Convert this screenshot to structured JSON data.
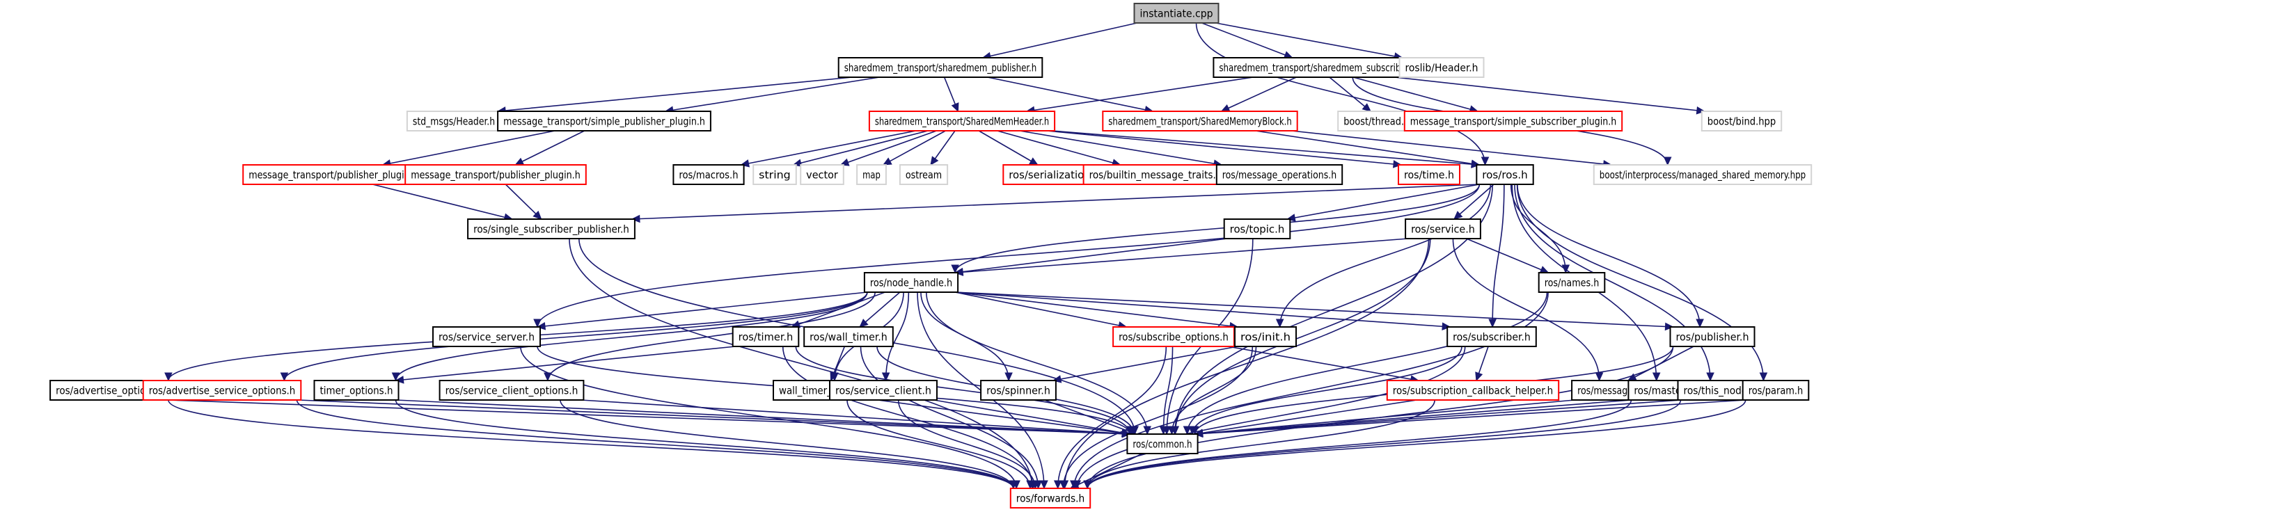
{
  "title": "Include dependency graph for instantiate.cpp",
  "colors": {
    "edge": "#191970",
    "root_fill": "#bfbfbf",
    "documented_border": "#000000",
    "undocumented_border": "#ff0000",
    "external_border": "#d3d3d3"
  },
  "nodes": [
    {
      "id": "instantiate",
      "label": "instantiate.cpp",
      "kind": "root"
    },
    {
      "id": "sm_pub",
      "label": "sharedmem_transport/sharedmem_publisher.h",
      "kind": "documented"
    },
    {
      "id": "sm_sub",
      "label": "sharedmem_transport/sharedmem_subscriber.h",
      "kind": "documented"
    },
    {
      "id": "roslib_header",
      "label": "roslib/Header.h",
      "kind": "external"
    },
    {
      "id": "std_msgs_header",
      "label": "std_msgs/Header.h",
      "kind": "external"
    },
    {
      "id": "simple_pub_plugin",
      "label": "message_transport/simple_publisher_plugin.h",
      "kind": "documented"
    },
    {
      "id": "shm_header",
      "label": "sharedmem_transport/SharedMemHeader.h",
      "kind": "undocumented"
    },
    {
      "id": "shm_block",
      "label": "sharedmem_transport/SharedMemoryBlock.h",
      "kind": "undocumented"
    },
    {
      "id": "boost_thread",
      "label": "boost/thread.hpp",
      "kind": "external"
    },
    {
      "id": "simple_sub_plugin",
      "label": "message_transport/simple_subscriber_plugin.h",
      "kind": "undocumented"
    },
    {
      "id": "boost_bind",
      "label": "boost/bind.hpp",
      "kind": "external"
    },
    {
      "id": "pub_plugin_1",
      "label": "message_transport/publisher_plugin.h",
      "kind": "undocumented"
    },
    {
      "id": "pub_plugin_2",
      "label": "message_transport/publisher_plugin.h",
      "kind": "undocumented"
    },
    {
      "id": "macros",
      "label": "ros/macros.h",
      "kind": "documented"
    },
    {
      "id": "string",
      "label": "string",
      "kind": "external"
    },
    {
      "id": "vector",
      "label": "vector",
      "kind": "external"
    },
    {
      "id": "map",
      "label": "map",
      "kind": "external"
    },
    {
      "id": "ostream",
      "label": "ostream",
      "kind": "external"
    },
    {
      "id": "serialization",
      "label": "ros/serialization.h",
      "kind": "undocumented"
    },
    {
      "id": "builtin_traits",
      "label": "ros/builtin_message_traits.h",
      "kind": "undocumented"
    },
    {
      "id": "msg_ops",
      "label": "ros/message_operations.h",
      "kind": "documented"
    },
    {
      "id": "time",
      "label": "ros/time.h",
      "kind": "undocumented"
    },
    {
      "id": "ros",
      "label": "ros/ros.h",
      "kind": "documented"
    },
    {
      "id": "managed_shm",
      "label": "boost/interprocess/managed_shared_memory.hpp",
      "kind": "external"
    },
    {
      "id": "single_sub_pub",
      "label": "ros/single_subscriber_publisher.h",
      "kind": "documented"
    },
    {
      "id": "topic",
      "label": "ros/topic.h",
      "kind": "documented"
    },
    {
      "id": "service",
      "label": "ros/service.h",
      "kind": "documented"
    },
    {
      "id": "names",
      "label": "ros/names.h",
      "kind": "documented"
    },
    {
      "id": "node_handle",
      "label": "ros/node_handle.h",
      "kind": "documented"
    },
    {
      "id": "service_server",
      "label": "ros/service_server.h",
      "kind": "documented"
    },
    {
      "id": "timer",
      "label": "ros/timer.h",
      "kind": "documented"
    },
    {
      "id": "wall_timer",
      "label": "ros/wall_timer.h",
      "kind": "documented"
    },
    {
      "id": "subscribe_options",
      "label": "ros/subscribe_options.h",
      "kind": "undocumented"
    },
    {
      "id": "init",
      "label": "ros/init.h",
      "kind": "documented"
    },
    {
      "id": "subscriber",
      "label": "ros/subscriber.h",
      "kind": "documented"
    },
    {
      "id": "publisher",
      "label": "ros/publisher.h",
      "kind": "documented"
    },
    {
      "id": "advertise_options",
      "label": "ros/advertise_options.h",
      "kind": "documented"
    },
    {
      "id": "advertise_service_options",
      "label": "ros/advertise_service_options.h",
      "kind": "undocumented"
    },
    {
      "id": "service_client_options",
      "label": "ros/service_client_options.h",
      "kind": "documented"
    },
    {
      "id": "timer_options",
      "label": "timer_options.h",
      "kind": "documented"
    },
    {
      "id": "wall_timer_options",
      "label": "wall_timer_options.h",
      "kind": "documented"
    },
    {
      "id": "service_client",
      "label": "ros/service_client.h",
      "kind": "documented"
    },
    {
      "id": "spinner",
      "label": "ros/spinner.h",
      "kind": "documented"
    },
    {
      "id": "sub_cb_helper",
      "label": "ros/subscription_callback_helper.h",
      "kind": "undocumented"
    },
    {
      "id": "message",
      "label": "ros/message.h",
      "kind": "documented"
    },
    {
      "id": "master",
      "label": "ros/master.h",
      "kind": "documented"
    },
    {
      "id": "this_node",
      "label": "ros/this_node.h",
      "kind": "documented"
    },
    {
      "id": "param",
      "label": "ros/param.h",
      "kind": "documented"
    },
    {
      "id": "common",
      "label": "ros/common.h",
      "kind": "documented"
    },
    {
      "id": "forwards",
      "label": "ros/forwards.h",
      "kind": "undocumented"
    }
  ],
  "edges": [
    [
      "instantiate",
      "sm_pub"
    ],
    [
      "instantiate",
      "sm_sub"
    ],
    [
      "instantiate",
      "roslib_header"
    ],
    [
      "instantiate",
      "ros"
    ],
    [
      "sm_pub",
      "std_msgs_header"
    ],
    [
      "sm_pub",
      "simple_pub_plugin"
    ],
    [
      "sm_pub",
      "shm_header"
    ],
    [
      "sm_pub",
      "shm_block"
    ],
    [
      "sm_sub",
      "shm_header"
    ],
    [
      "sm_sub",
      "shm_block"
    ],
    [
      "sm_sub",
      "boost_thread"
    ],
    [
      "sm_sub",
      "simple_sub_plugin"
    ],
    [
      "sm_sub",
      "boost_bind"
    ],
    [
      "sm_sub",
      "managed_shm"
    ],
    [
      "simple_pub_plugin",
      "pub_plugin_1"
    ],
    [
      "simple_pub_plugin",
      "pub_plugin_2"
    ],
    [
      "shm_header",
      "macros"
    ],
    [
      "shm_header",
      "string"
    ],
    [
      "shm_header",
      "vector"
    ],
    [
      "shm_header",
      "map"
    ],
    [
      "shm_header",
      "ostream"
    ],
    [
      "shm_header",
      "serialization"
    ],
    [
      "shm_header",
      "builtin_traits"
    ],
    [
      "shm_header",
      "msg_ops"
    ],
    [
      "shm_header",
      "time"
    ],
    [
      "shm_header",
      "ros"
    ],
    [
      "shm_block",
      "ros"
    ],
    [
      "shm_block",
      "managed_shm"
    ],
    [
      "pub_plugin_1",
      "single_sub_pub"
    ],
    [
      "pub_plugin_2",
      "single_sub_pub"
    ],
    [
      "ros",
      "single_sub_pub"
    ],
    [
      "ros",
      "topic"
    ],
    [
      "ros",
      "service"
    ],
    [
      "ros",
      "names"
    ],
    [
      "ros",
      "node_handle"
    ],
    [
      "ros",
      "service_server"
    ],
    [
      "ros",
      "init"
    ],
    [
      "ros",
      "subscriber"
    ],
    [
      "ros",
      "publisher"
    ],
    [
      "ros",
      "master"
    ],
    [
      "ros",
      "this_node"
    ],
    [
      "ros",
      "param"
    ],
    [
      "ros",
      "common"
    ],
    [
      "single_sub_pub",
      "common"
    ],
    [
      "single_sub_pub",
      "forwards"
    ],
    [
      "topic",
      "node_handle"
    ],
    [
      "topic",
      "common"
    ],
    [
      "service",
      "node_handle"
    ],
    [
      "service",
      "names"
    ],
    [
      "service",
      "message"
    ],
    [
      "service",
      "common"
    ],
    [
      "service",
      "forwards"
    ],
    [
      "names",
      "common"
    ],
    [
      "names",
      "forwards"
    ],
    [
      "node_handle",
      "service_server"
    ],
    [
      "node_handle",
      "timer"
    ],
    [
      "node_handle",
      "wall_timer"
    ],
    [
      "node_handle",
      "subscribe_options"
    ],
    [
      "node_handle",
      "init"
    ],
    [
      "node_handle",
      "subscriber"
    ],
    [
      "node_handle",
      "publisher"
    ],
    [
      "node_handle",
      "advertise_options"
    ],
    [
      "node_handle",
      "advertise_service_options"
    ],
    [
      "node_handle",
      "service_client_options"
    ],
    [
      "node_handle",
      "timer_options"
    ],
    [
      "node_handle",
      "wall_timer_options"
    ],
    [
      "node_handle",
      "service_client"
    ],
    [
      "node_handle",
      "spinner"
    ],
    [
      "node_handle",
      "common"
    ],
    [
      "node_handle",
      "forwards"
    ],
    [
      "service_server",
      "common"
    ],
    [
      "service_server",
      "forwards"
    ],
    [
      "timer",
      "timer_options"
    ],
    [
      "timer",
      "common"
    ],
    [
      "timer",
      "forwards"
    ],
    [
      "wall_timer",
      "wall_timer_options"
    ],
    [
      "wall_timer",
      "common"
    ],
    [
      "wall_timer",
      "forwards"
    ],
    [
      "subscribe_options",
      "sub_cb_helper"
    ],
    [
      "subscribe_options",
      "common"
    ],
    [
      "subscribe_options",
      "forwards"
    ],
    [
      "init",
      "spinner"
    ],
    [
      "init",
      "common"
    ],
    [
      "init",
      "forwards"
    ],
    [
      "subscriber",
      "sub_cb_helper"
    ],
    [
      "subscriber",
      "common"
    ],
    [
      "subscriber",
      "forwards"
    ],
    [
      "publisher",
      "message"
    ],
    [
      "publisher",
      "common"
    ],
    [
      "publisher",
      "forwards"
    ],
    [
      "advertise_options",
      "common"
    ],
    [
      "advertise_options",
      "forwards"
    ],
    [
      "advertise_service_options",
      "common"
    ],
    [
      "advertise_service_options",
      "forwards"
    ],
    [
      "service_client_options",
      "common"
    ],
    [
      "service_client_options",
      "forwards"
    ],
    [
      "timer_options",
      "common"
    ],
    [
      "timer_options",
      "forwards"
    ],
    [
      "wall_timer_options",
      "common"
    ],
    [
      "wall_timer_options",
      "forwards"
    ],
    [
      "service_client",
      "common"
    ],
    [
      "service_client",
      "forwards"
    ],
    [
      "spinner",
      "common"
    ],
    [
      "sub_cb_helper",
      "common"
    ],
    [
      "sub_cb_helper",
      "forwards"
    ],
    [
      "message",
      "common"
    ],
    [
      "master",
      "common"
    ],
    [
      "master",
      "forwards"
    ],
    [
      "this_node",
      "common"
    ],
    [
      "this_node",
      "forwards"
    ],
    [
      "param",
      "common"
    ],
    [
      "param",
      "forwards"
    ],
    [
      "common",
      "forwards"
    ]
  ]
}
